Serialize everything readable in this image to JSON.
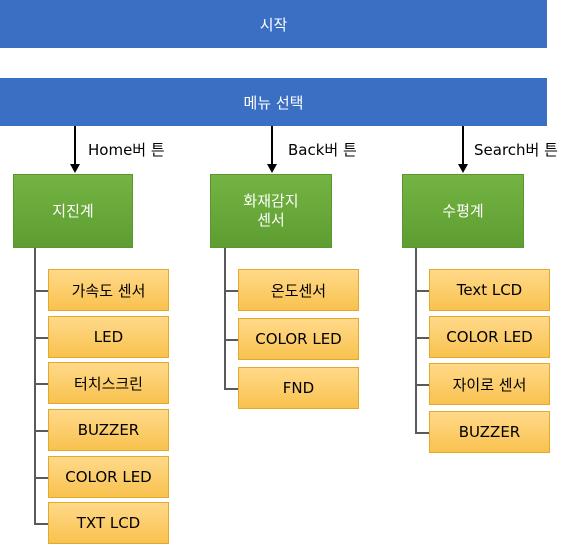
{
  "start": "시작",
  "menu": "메뉴 선택",
  "branches": [
    {
      "button_label": "Home버 튼",
      "mode": "지진계",
      "items": [
        "가속도 센서",
        "LED",
        "터치스크린",
        "BUZZER",
        "COLOR LED",
        "TXT LCD"
      ]
    },
    {
      "button_label": "Back버 튼",
      "mode": "화재감지\n센서",
      "items": [
        "온도센서",
        "COLOR LED",
        "FND"
      ]
    },
    {
      "button_label": "Search버 튼",
      "mode": "수평계",
      "items": [
        "Text LCD",
        "COLOR LED",
        "자이로 센서",
        "BUZZER"
      ]
    }
  ]
}
